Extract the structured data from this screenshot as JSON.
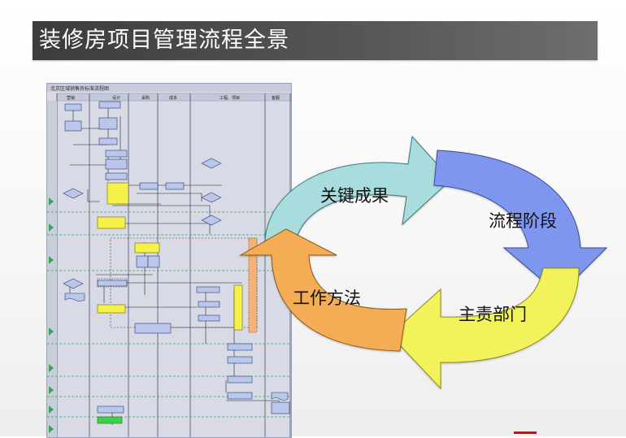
{
  "title": "装修房项目管理流程全景",
  "flowchart": {
    "caption": "北京区域销售房标准流程图",
    "columns": [
      "营销",
      "设计",
      "采购",
      "成本",
      "工程、项目",
      "客服"
    ]
  },
  "cycle": {
    "segments": [
      {
        "label": "关键成果",
        "color": "#a9dcdc"
      },
      {
        "label": "流程阶段",
        "color": "#7f96ee"
      },
      {
        "label": "主责部门",
        "color": "#f2f25a"
      },
      {
        "label": "工作方法",
        "color": "#f5ad55"
      }
    ]
  },
  "colors": {
    "title_bg": "#4a4a4a",
    "accent_red": "#e60012"
  }
}
